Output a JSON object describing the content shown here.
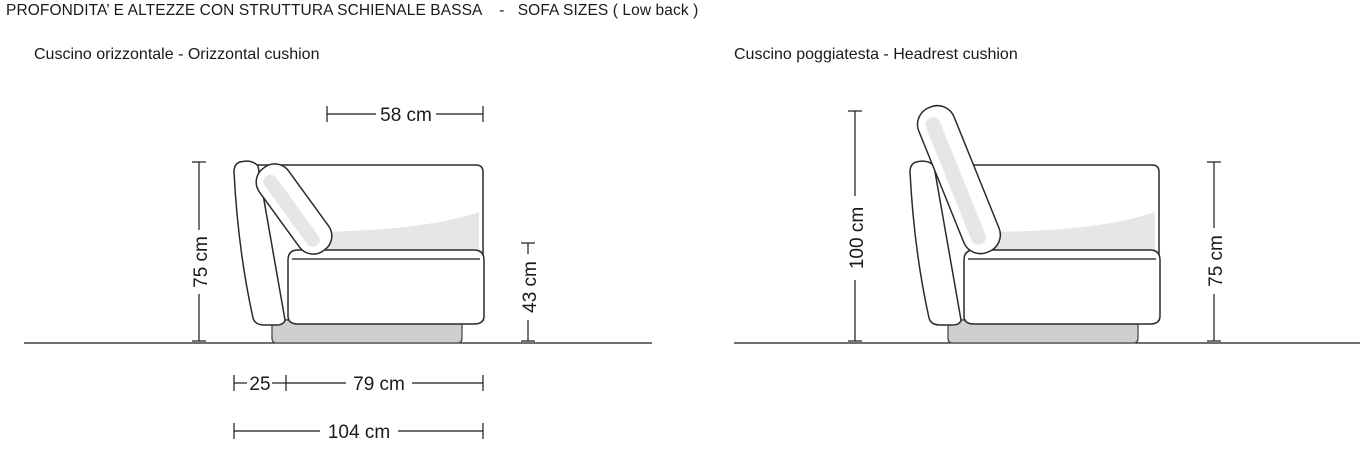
{
  "header": {
    "title": "PROFONDITA’ E ALTEZZE CON STRUTTURA SCHIENALE BASSA    -   SOFA SIZES ( Low back )"
  },
  "left_view": {
    "caption": "Cuscino orizzontale - Orizzontal cushion",
    "dim_top_depth": "58 cm",
    "dim_height": "75 cm",
    "dim_seat_height": "43 cm",
    "dim_arm": "25",
    "dim_seat_depth": "79 cm",
    "dim_total_depth": "104 cm"
  },
  "right_view": {
    "caption": "Cuscino poggiatesta - Headrest cushion",
    "dim_height_headrest": "100 cm",
    "dim_height": "75 cm"
  }
}
